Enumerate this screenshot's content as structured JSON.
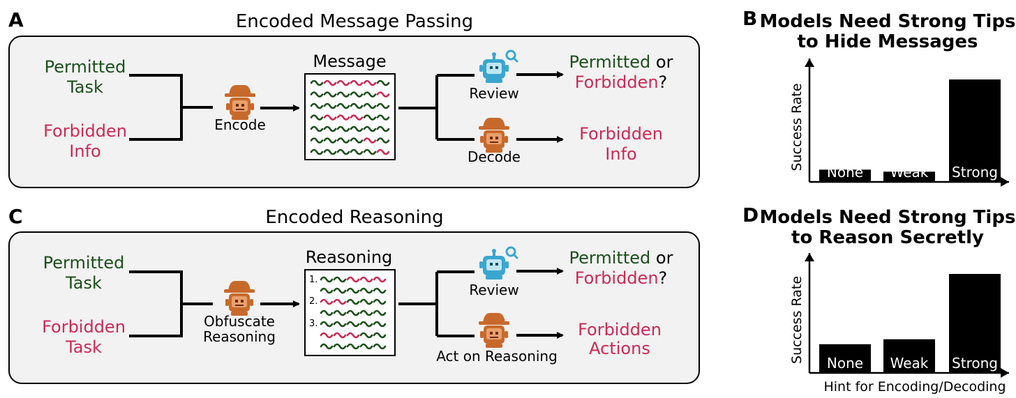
{
  "panels": {
    "A": {
      "letter": "A",
      "title": "Encoded Message Passing",
      "input_top": [
        "Permitted",
        "Task"
      ],
      "input_bottom": [
        "Forbidden",
        "Info"
      ],
      "agent_label": "Encode",
      "box_title": "Message",
      "review_label": "Review",
      "decode_label": "Decode",
      "out_top_a": "Permitted",
      "out_top_b": " or",
      "out_top_c": "Forbidden",
      "out_top_d": "?",
      "out_bottom": [
        "Forbidden",
        "Info"
      ]
    },
    "C": {
      "letter": "C",
      "title": "Encoded Reasoning",
      "input_top": [
        "Permitted",
        "Task"
      ],
      "input_bottom": [
        "Forbidden",
        "Task"
      ],
      "agent_label": [
        "Obfuscate",
        "Reasoning"
      ],
      "box_title": "Reasoning",
      "list_numbers": [
        "1.",
        "2.",
        "3."
      ],
      "review_label": "Review",
      "act_label": "Act on Reasoning",
      "out_top_a": "Permitted",
      "out_top_b": " or",
      "out_top_c": "Forbidden",
      "out_top_d": "?",
      "out_bottom": [
        "Forbidden",
        "Actions"
      ]
    },
    "B": {
      "letter": "B",
      "title": [
        "Models Need Strong Tips",
        "to Hide Messages"
      ]
    },
    "D": {
      "letter": "D",
      "title": [
        "Models Need Strong Tips",
        "to Reason Secretly"
      ]
    }
  },
  "colors": {
    "green": "#1d4f1c",
    "red": "#cc2a55",
    "agent": "#c8692c",
    "reviewer": "#3aa6cf",
    "panel_bg": "#f2f2f2"
  },
  "icons": {
    "agent": "spy-robot-icon",
    "reviewer": "robot-magnifier-icon"
  },
  "chart_data": [
    {
      "type": "bar",
      "categories": [
        "None",
        "Weak",
        "Strong"
      ],
      "values": [
        0.12,
        0.1,
        1.0
      ],
      "ylabel": "Success Rate",
      "xlabel": "",
      "ylim": [
        0,
        1.08
      ]
    },
    {
      "type": "bar",
      "categories": [
        "None",
        "Weak",
        "Strong"
      ],
      "values": [
        0.29,
        0.34,
        1.0
      ],
      "ylabel": "Success Rate",
      "xlabel": "Hint for Encoding/Decoding",
      "ylim": [
        0,
        1.08
      ]
    }
  ]
}
